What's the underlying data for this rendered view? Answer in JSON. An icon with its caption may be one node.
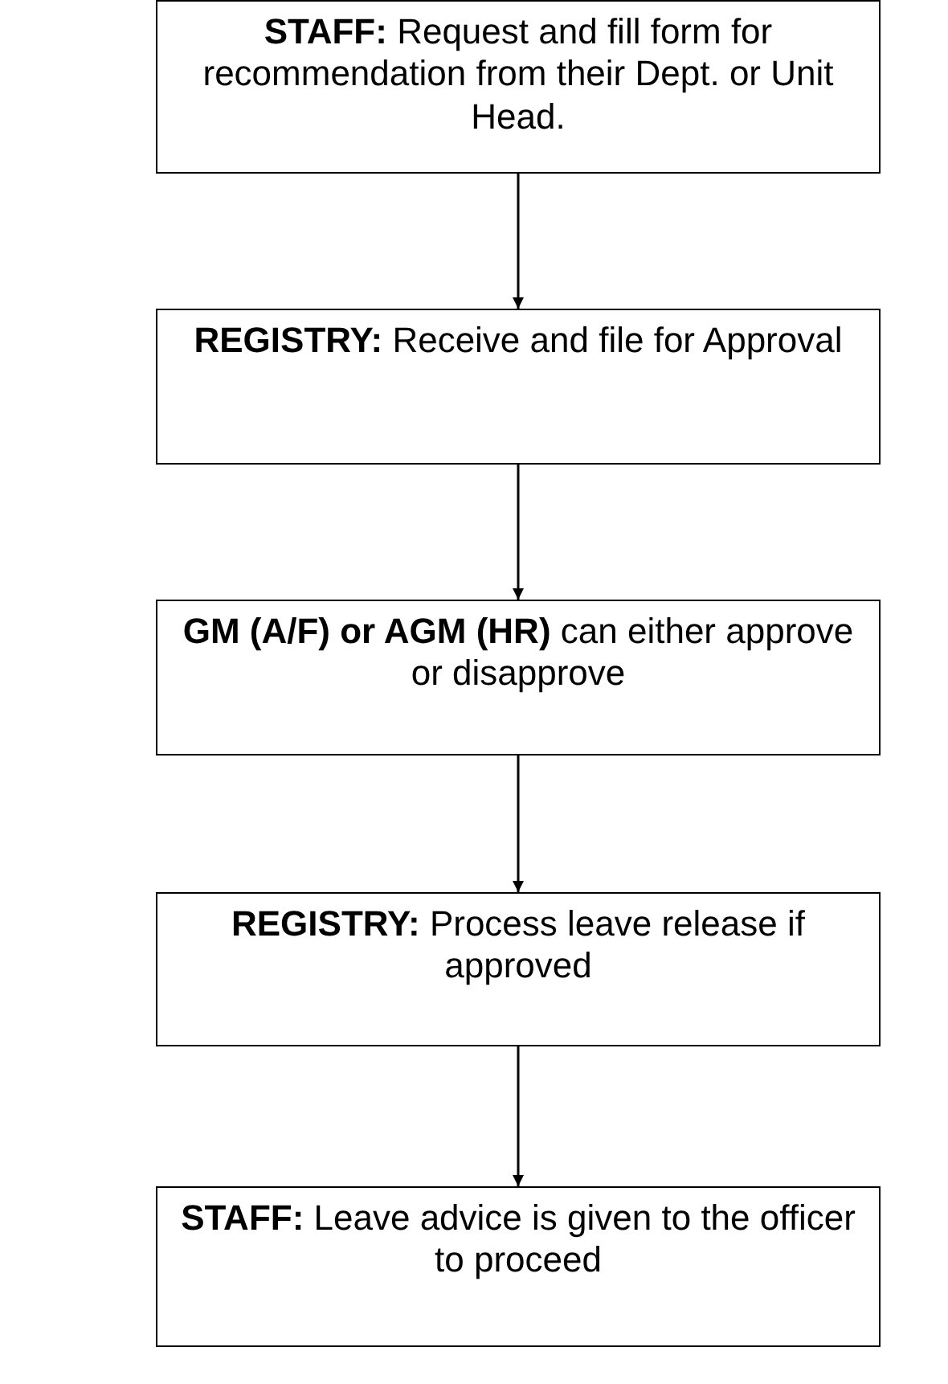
{
  "diagram": {
    "nodes": [
      {
        "text": [
          "**STAFF:** Request and fill form for recommendation from their Dept. or Unit Head."
        ]
      },
      {
        "text": [
          "**REGISTRY:** Receive and file for Approval"
        ]
      },
      {
        "text": [
          "**GM (A/F) or AGM (HR)** can either approve or disapprove"
        ]
      },
      {
        "text": [
          "**REGISTRY:** Process leave release if approved"
        ]
      },
      {
        "text": [
          "**STAFF:** Leave advice is given to the officer to proceed"
        ]
      }
    ],
    "edges": [
      {
        "from": 0,
        "to": 1,
        "arrow": "to"
      },
      {
        "from": 1,
        "to": 2,
        "arrow": "to"
      },
      {
        "from": 2,
        "to": 3,
        "arrow": "to"
      },
      {
        "from": 3,
        "to": 4,
        "arrow": "to"
      }
    ]
  }
}
